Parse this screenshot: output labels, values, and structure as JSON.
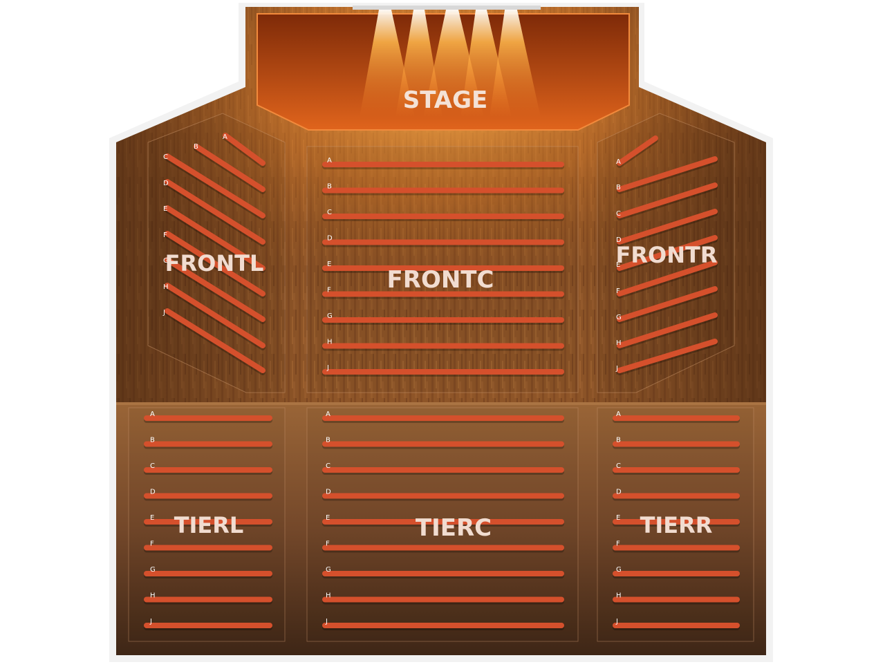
{
  "stage": {
    "label": "STAGE"
  },
  "sections": {
    "frontl": {
      "label": "FRONTL"
    },
    "frontc": {
      "label": "FRONTC"
    },
    "frontr": {
      "label": "FRONTR"
    },
    "tierl": {
      "label": "TIERL"
    },
    "tierc": {
      "label": "TIERC"
    },
    "tierr": {
      "label": "TIERR"
    }
  },
  "rows": [
    "A",
    "B",
    "C",
    "D",
    "E",
    "F",
    "G",
    "H",
    "J"
  ],
  "colors": {
    "row_bar": "#d5502c",
    "wood_light": "#c98a4d",
    "wood_dark": "#6e3d1c",
    "stage": "#c24d14",
    "tier_floor": "#8a5a32"
  }
}
